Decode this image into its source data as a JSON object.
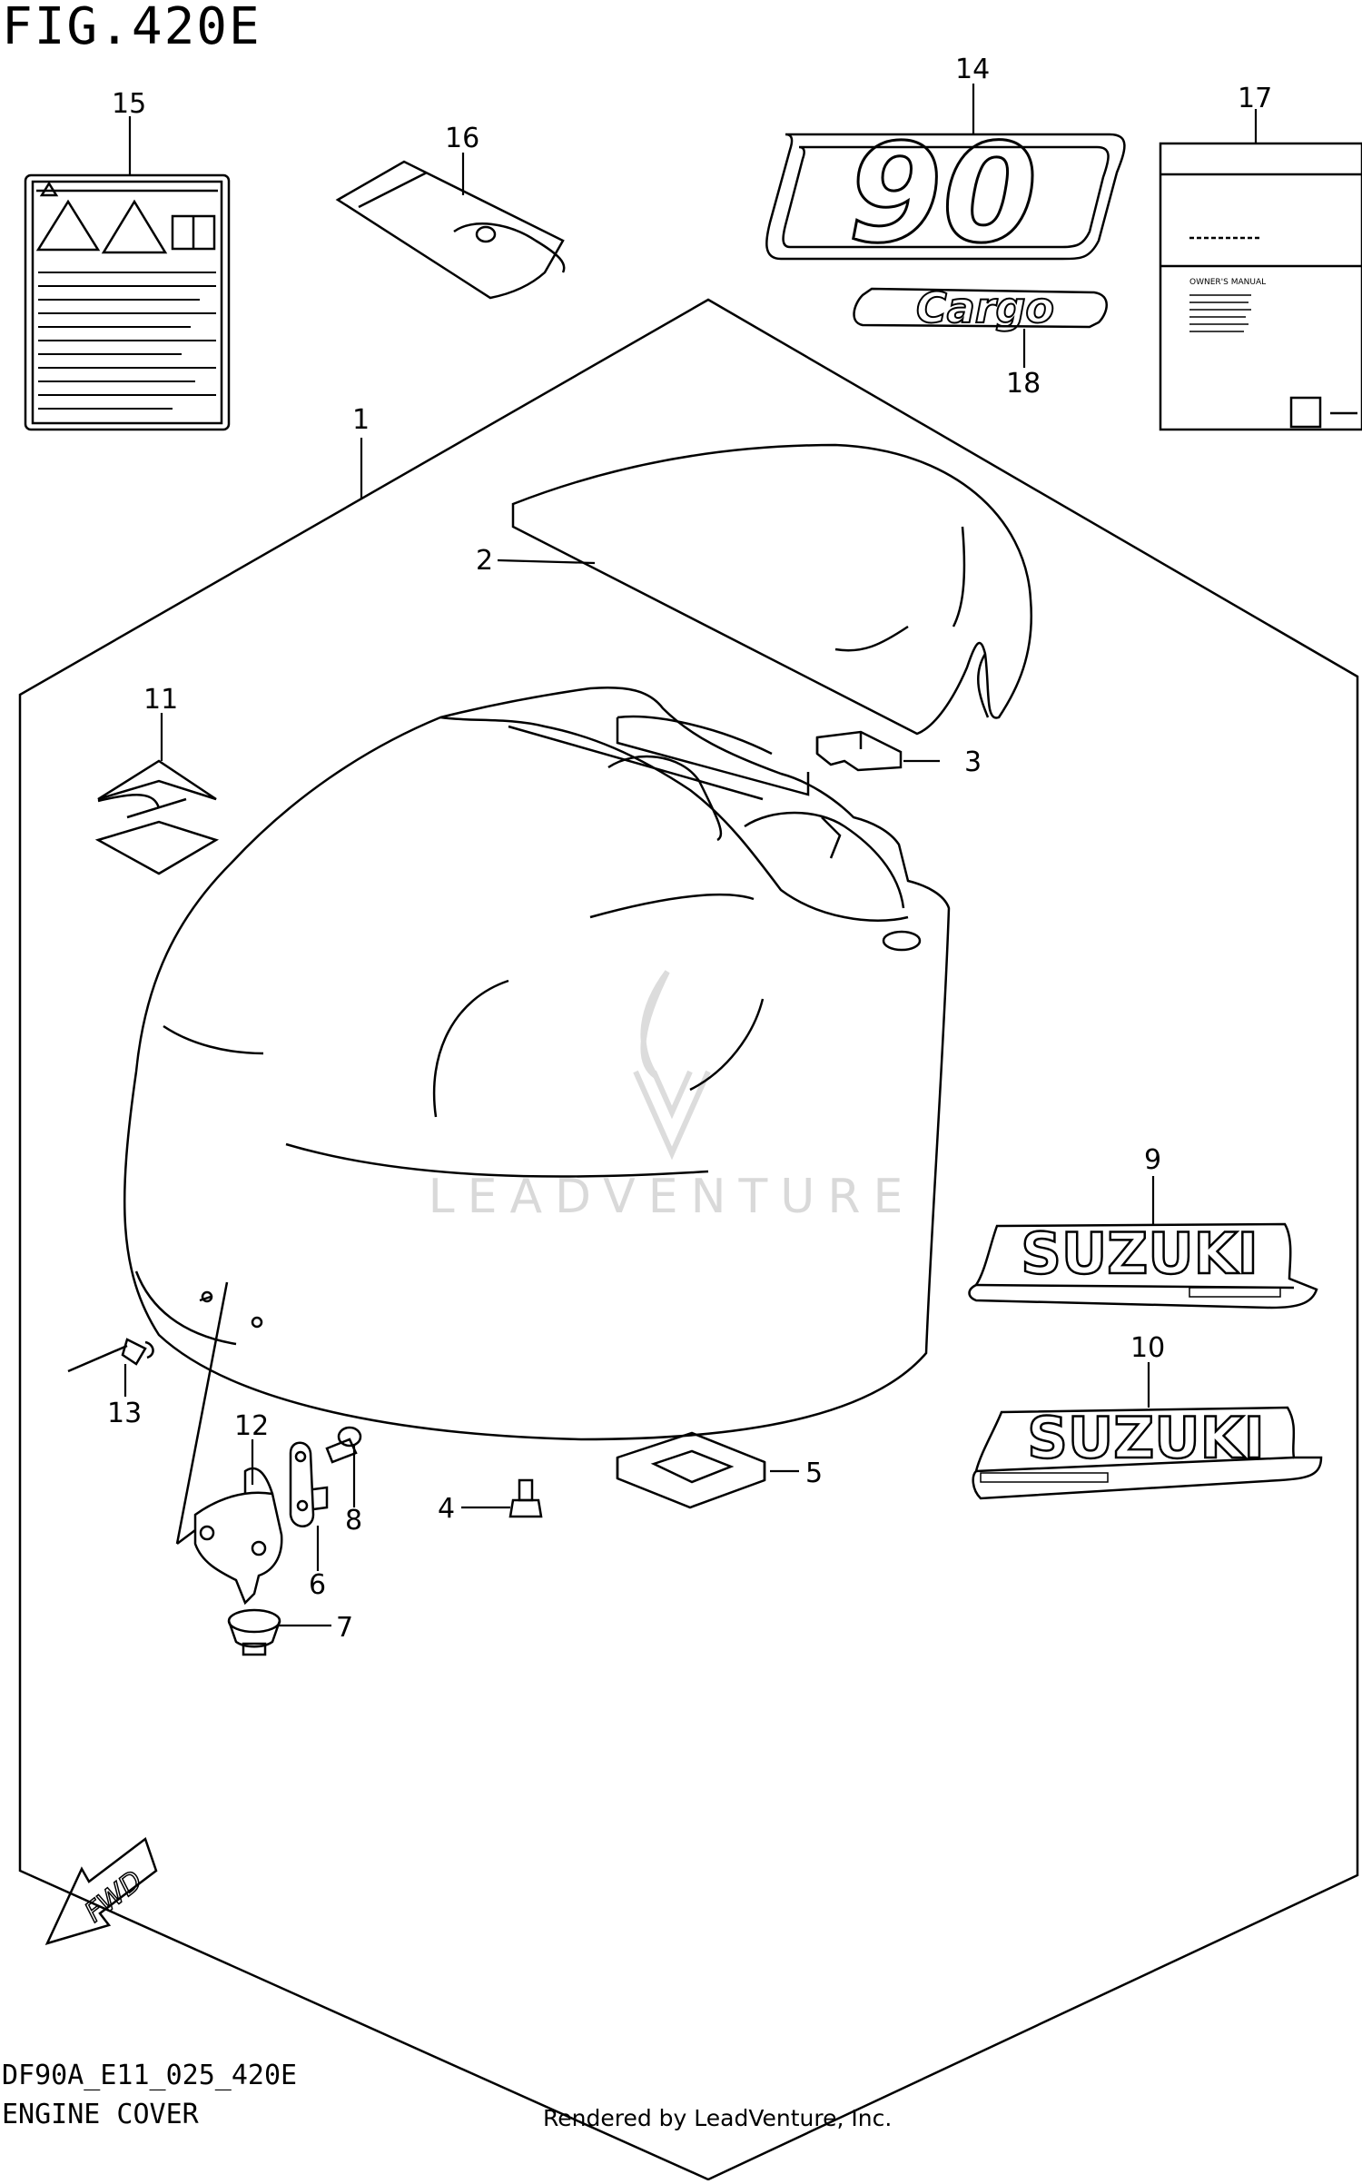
{
  "figure": {
    "title": "FIG.420E",
    "code": "DF90A_E11_025_420E",
    "name": "ENGINE COVER",
    "rendered_by": "Rendered by LeadVenture, Inc.",
    "watermark": "LEADVENTURE"
  },
  "callouts": [
    "1",
    "2",
    "3",
    "4",
    "5",
    "6",
    "7",
    "8",
    "9",
    "10",
    "11",
    "12",
    "13",
    "14",
    "15",
    "16",
    "17",
    "18"
  ],
  "decals": {
    "model_number": "90",
    "cargo": "Cargo",
    "brand": "SUZUKI",
    "fwd": "FWD",
    "manual_heading": "OWNER'S MANUAL"
  },
  "colors": {
    "line": "#000000",
    "watermark": "#d9d9d9",
    "background": "#ffffff"
  }
}
